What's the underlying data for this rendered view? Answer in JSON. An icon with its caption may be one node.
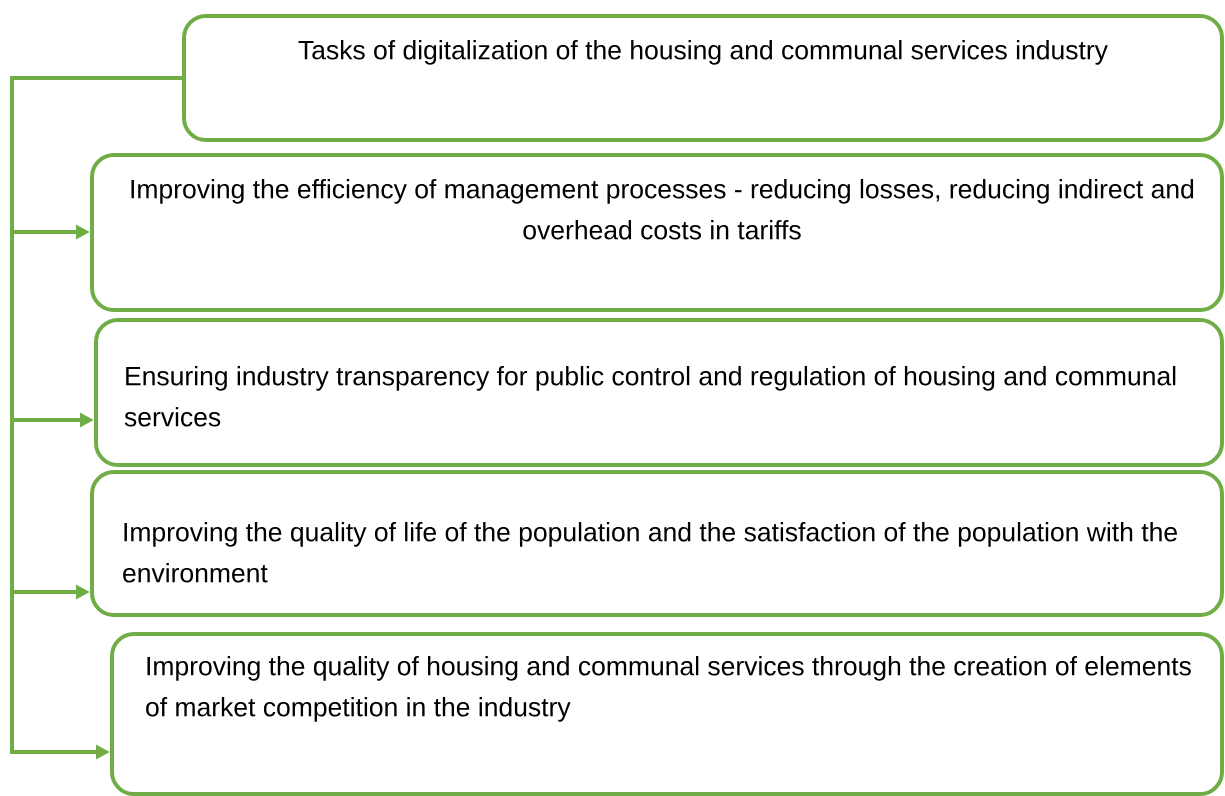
{
  "diagram": {
    "nodes": [
      {
        "text": [
          "Tasks of digitalization of the housing and communal services industry"
        ]
      },
      {
        "text": [
          "Improving the efficiency of management processes - reducing losses, reducing indirect and overhead costs in tariffs"
        ]
      },
      {
        "text": [
          "Ensuring industry transparency for public control and regulation of housing and communal services"
        ]
      },
      {
        "text": [
          "Improving the quality of life of the population and the satisfaction of the population with the environment"
        ]
      },
      {
        "text": [
          "Improving the quality of housing and communal services through the creation of elements of market competition in the industry"
        ]
      }
    ],
    "edges": [
      {
        "from": 0,
        "to": 1,
        "arrow": "to"
      },
      {
        "from": 0,
        "to": 2,
        "arrow": "to"
      },
      {
        "from": 0,
        "to": 3,
        "arrow": "to"
      },
      {
        "from": 0,
        "to": 4,
        "arrow": "to"
      }
    ]
  }
}
